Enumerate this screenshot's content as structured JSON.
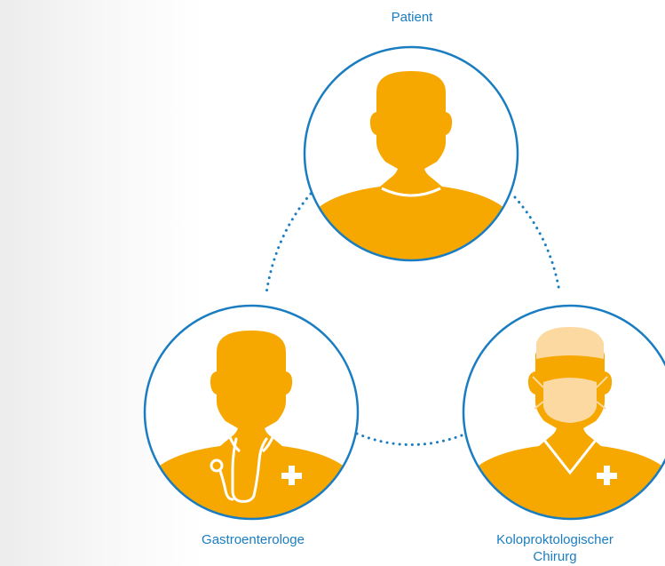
{
  "diagram": {
    "nodes": [
      {
        "id": "patient",
        "label": "Patient"
      },
      {
        "id": "gastroenterologe",
        "label": "Gastroenterologe"
      },
      {
        "id": "kolo",
        "label_lines": [
          "Koloproktologischer",
          "Chirurg"
        ]
      }
    ],
    "connections": [
      {
        "from": "patient",
        "to": "gastroenterologe",
        "style": "dotted"
      },
      {
        "from": "patient",
        "to": "kolo",
        "style": "dotted"
      },
      {
        "from": "gastroenterologe",
        "to": "kolo",
        "style": "dotted"
      }
    ]
  },
  "colors": {
    "circle_stroke": "#1a7dc1",
    "figure_fill": "#f7a800",
    "surgeon_cap": "#fbd9a0",
    "label_text": "#1a7dc1",
    "collar": "#ffffff"
  },
  "icons": [
    "patient-avatar-icon",
    "stethoscope-icon",
    "medical-cross-icon",
    "surgical-mask-icon",
    "surgical-cap-icon"
  ]
}
